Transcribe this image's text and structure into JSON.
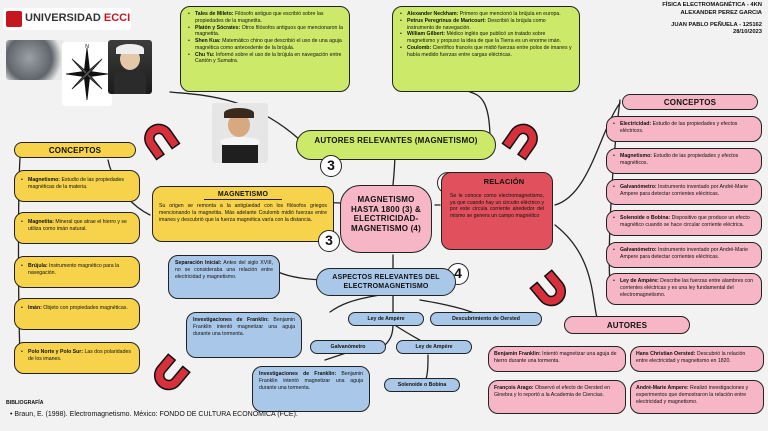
{
  "header": {
    "logo_text": "UNIVERSIDAD",
    "logo_brand": "ECCI",
    "course": "FÍSICA ELECTROMAGNÉTICA - 4KN",
    "student1": "ALEXANDER PEREZ GARCIA",
    "student2": "JUAN PABLO PEÑUELA - 125162",
    "date": "28/10/2023"
  },
  "center": {
    "title": "MAGNETISMO HASTA 1800 (3) & ELECTRICIDAD-MAGNETISMO (4)"
  },
  "badges": {
    "three": "3",
    "four": "4"
  },
  "autores_relevantes": {
    "title": "AUTORES RELEVANTES (MAGNETISMO)",
    "left": [
      {
        "name": "Tales de Mileto:",
        "text": " Filósofo antiguo que escribió sobre las propiedades de la magnetita."
      },
      {
        "name": "Platón y Sócrates:",
        "text": " Otros filósofos antiguos que mencionaron la magnetita."
      },
      {
        "name": "Shen Kua:",
        "text": " Matemático chino que describió el uso de una aguja magnética como antecedente de la brújula."
      },
      {
        "name": "Chu Yu:",
        "text": " Informó sobre el uso de la brújula en navegación entre Cantón y Sumatra."
      }
    ],
    "right": [
      {
        "name": "Alexander Neckham:",
        "text": " Primero que mencionó la brújula en europa."
      },
      {
        "name": "Petrus Peregrinus de Maricourt:",
        "text": " Describió la brújula como instrumento de navegación."
      },
      {
        "name": "William Gilbert:",
        "text": " Médico inglés que publicó un tratado sobre magnetismo y propuso la idea de que la Tierra es un enorme imán."
      },
      {
        "name": "Coulomb:",
        "text": " Científico francés que midió fuerzas entre polos de imanes y había medido fuerzas entre cargas eléctricas."
      }
    ]
  },
  "conceptos_left": {
    "title": "CONCEPTOS",
    "items": [
      {
        "name": "Magnetismo:",
        "text": " Estudio de las propiedades magnéticas de la materia."
      },
      {
        "name": "Magnetita:",
        "text": " Mineral que atrae el hierro y se utiliza como imán natural."
      },
      {
        "name": "Brújula:",
        "text": " Instrumento magnético para la navegación."
      },
      {
        "name": "Imán:",
        "text": " Objeto con propiedades magnéticas."
      },
      {
        "name": "Polo Norte y Polo Sur:",
        "text": " Las dos polaridades de los imanes."
      }
    ]
  },
  "magnetismo": {
    "title": "MAGNETISMO",
    "text": "Su origen se remonta a la antigüedad con los filósofos griegos mencionando la magnetita. Más adelante Coulomb midió fuerzas entre imanes y descubrió que la fuerza magnética varía con la distancia."
  },
  "relacion": {
    "title": "RELACIÓN",
    "text": "Se le conoce como electromagnetismo, ya que cuando hay un circuito eléctrico y por este circula corriente alrededor del mismo se genera un campo magnético"
  },
  "aspectos": {
    "title": "ASPECTOS RELEVANTES DEL ELECTROMAGNETISMO",
    "separacion_label": "Separación Inicial:",
    "separacion_text": " Antes del siglo XVIII, no se consideraba una relación entre electricidad y magnetismo.",
    "ley_ampere_1": "Ley de Ampère",
    "ley_ampere_2": "Ley de Ampère",
    "oersted": "Descubrimiento de Oersted",
    "galvanometro": "Galvanómetro",
    "solenoide": "Solenoide o Bobina",
    "invest1_label": "Investigaciones de Franklin:",
    "invest1_text": " Benjamin Franklin intentó magnetizar una aguja durante una tormenta.",
    "invest2_label": "Investigaciones de Franklin:",
    "invest2_text": " Benjamin Franklin intentó magnetizar una aguja durante una tormenta."
  },
  "conceptos_right": {
    "title": "CONCEPTOS",
    "items": [
      {
        "name": "Electricidad:",
        "text": " Estudio de las propiedades y efectos eléctricos."
      },
      {
        "name": "Magnetismo:",
        "text": " Estudio de las propiedades y efectos magnéticos."
      },
      {
        "name": "Galvanómetro:",
        "text": " Instrumento inventado por André-Marie Ampere para detectar corrientes eléctricas."
      },
      {
        "name": "Solenoide o Bobina:",
        "text": " Dispositivo que produce un efecto magnético cuando se hace circular corriente eléctrica."
      },
      {
        "name": "Galvanómetro:",
        "text": " Instrumento inventado por André-Marie Ampere para detectar corrientes eléctricas."
      },
      {
        "name": "Ley de Ampère:",
        "text": " Describe las fuerzas entre alambres con corrientes eléctricas y es una ley fundamental del electromagnetismo."
      }
    ]
  },
  "autores": {
    "title": "AUTORES",
    "items": [
      {
        "name": "Benjamin Franklin:",
        "text": " Intentó magnetizar una aguja de hierro durante una tormenta."
      },
      {
        "name": "Hans Christian Oersted:",
        "text": " Descubrió la relación entre electricidad y magnetismo en 1820."
      },
      {
        "name": "François Arago:",
        "text": " Observó el efecto de Oersted en Ginebra y lo reportó a la Academia de Ciencias."
      },
      {
        "name": "André-Marie Ampere:",
        "text": " Realizó investigaciones y experimentos que demostraron la relación entre electricidad y magnetismo."
      }
    ]
  },
  "bibliografia": {
    "title": "BIBLIOGRAFÍA",
    "item": "Braun, E. (1998). Electromagnetismo. México: FONDO DE CULTURA ECONÓMICA (FCE)."
  },
  "colors": {
    "yellow": "#f7d24b",
    "green": "#cde96a",
    "pink": "#f6b6c6",
    "red": "#e0505d",
    "blue": "#a9c7e8"
  }
}
